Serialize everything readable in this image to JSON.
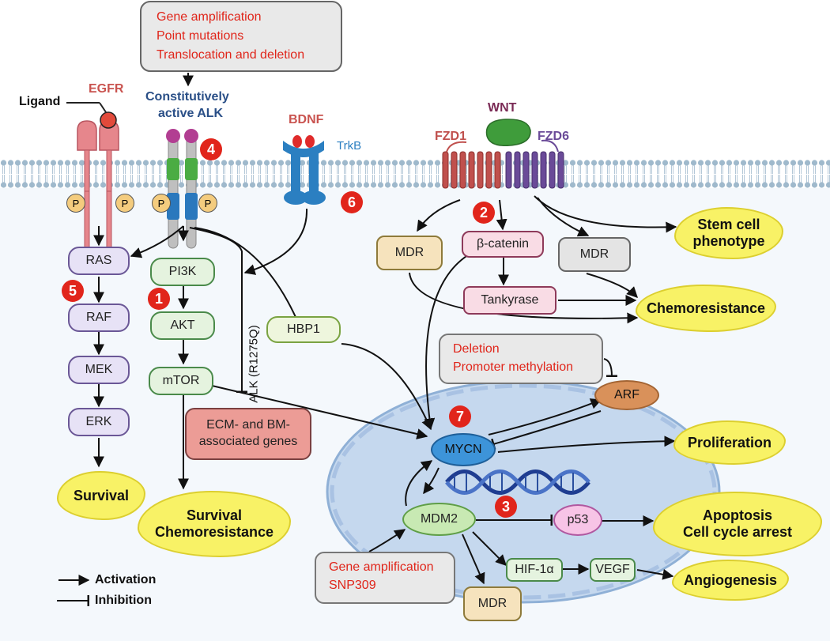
{
  "mutations_box": {
    "lines": [
      "Gene amplification",
      "Point mutations",
      "Translocation and deletion"
    ]
  },
  "receptors": {
    "ligand": "Ligand",
    "egfr": "EGFR",
    "alk": [
      "Constitutively",
      "active ALK"
    ],
    "bdnf": "BDNF",
    "trkb": "TrkB",
    "wnt": "WNT",
    "fzd1": "FZD1",
    "fzd6": "FZD6",
    "phospho": "P"
  },
  "nodes": {
    "ras": "RAS",
    "raf": "RAF",
    "mek": "MEK",
    "erk": "ERK",
    "pi3k": "PI3K",
    "akt": "AKT",
    "mtor": "mTOR",
    "hbp1": "HBP1",
    "ecm": [
      "ECM- and BM-",
      "associated genes"
    ],
    "mdr_left": "MDR",
    "beta_catenin": "β-catenin",
    "mdr_right": "MDR",
    "tankyrase": "Tankyrase",
    "arf": "ARF",
    "mycn": "MYCN",
    "mdm2": "MDM2",
    "p53": "p53",
    "hif": "HIF-1α",
    "vegf": "VEGF",
    "mdr_bottom": "MDR"
  },
  "alk_mutation_label": "ALK (R1275Q)",
  "deletion_box": {
    "lines": [
      "Deletion",
      "Promoter methylation"
    ]
  },
  "mdm2_box": {
    "lines": [
      "Gene amplification",
      "SNP309"
    ]
  },
  "outcomes": {
    "survival": "Survival",
    "survival_chemo": [
      "Survival",
      "Chemoresistance"
    ],
    "stem": [
      "Stem cell",
      "phenotype"
    ],
    "chemoresistance": "Chemoresistance",
    "proliferation": "Proliferation",
    "apoptosis": [
      "Apoptosis",
      "Cell cycle arrest"
    ],
    "angiogenesis": "Angiogenesis"
  },
  "badges": [
    "1",
    "2",
    "3",
    "4",
    "5",
    "6",
    "7"
  ],
  "legend": {
    "activation": "Activation",
    "inhibition": "Inhibition"
  },
  "colors": {
    "membrane": "#9fb9cc",
    "cytoplasm": "#f4f8fc",
    "nucleus": "#c5d8ee",
    "badge": "#e1251b",
    "outcome": "#f8f266",
    "mutation_text": "#e0251a",
    "alk_label": "#2a4f87",
    "trkb": "#2b7fc1",
    "wnt": "#7a2a55",
    "fzd1": "#c0504d",
    "fzd6": "#6a4a98"
  }
}
